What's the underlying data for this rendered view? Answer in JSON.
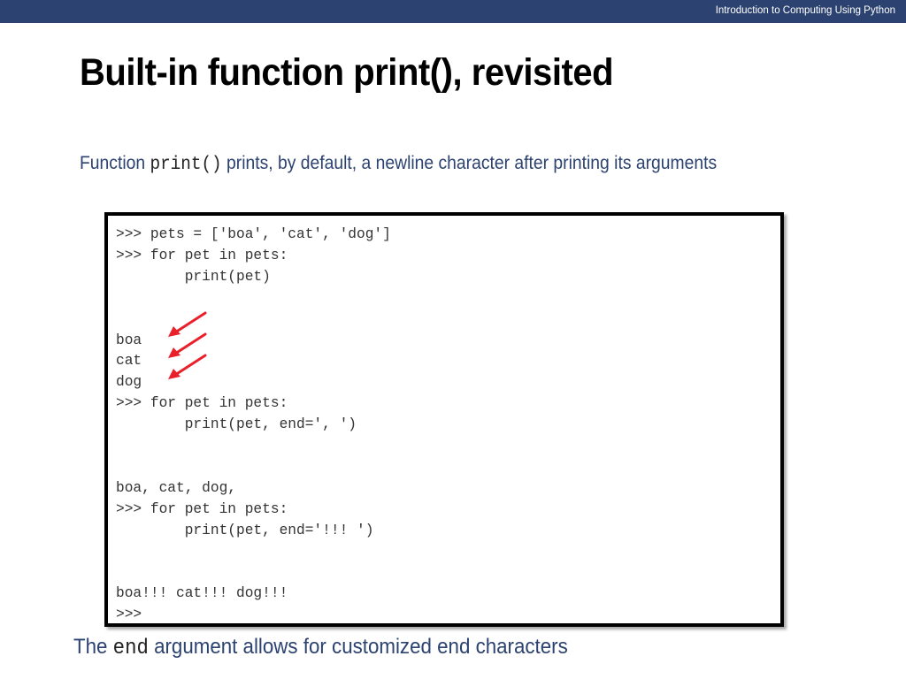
{
  "header": {
    "course_title": "Introduction to Computing Using Python",
    "bar_color": "#2c4270"
  },
  "slide": {
    "title": "Built-in function print(), revisited",
    "subtitle": {
      "prefix": "Function",
      "code": "print()",
      "suffix": "prints, by default, a newline character after printing its arguments"
    },
    "code_lines": [
      ">>> pets = ['boa', 'cat', 'dog']",
      ">>> for pet in pets:",
      "        print(pet)",
      "",
      "",
      "boa",
      "cat",
      "dog",
      ">>> for pet in pets:",
      "        print(pet, end=', ')",
      "",
      "",
      "boa, cat, dog,",
      ">>> for pet in pets:",
      "        print(pet, end='!!! ')",
      "",
      "",
      "boa!!! cat!!! dog!!!",
      ">>>"
    ],
    "annotations": {
      "arrow_color": "#e8202a",
      "arrow_count": 3,
      "arrow_targets": [
        "boa",
        "cat",
        "dog"
      ]
    },
    "footer": {
      "prefix": "The",
      "code": "end",
      "suffix": "argument allows for customized end characters"
    }
  }
}
